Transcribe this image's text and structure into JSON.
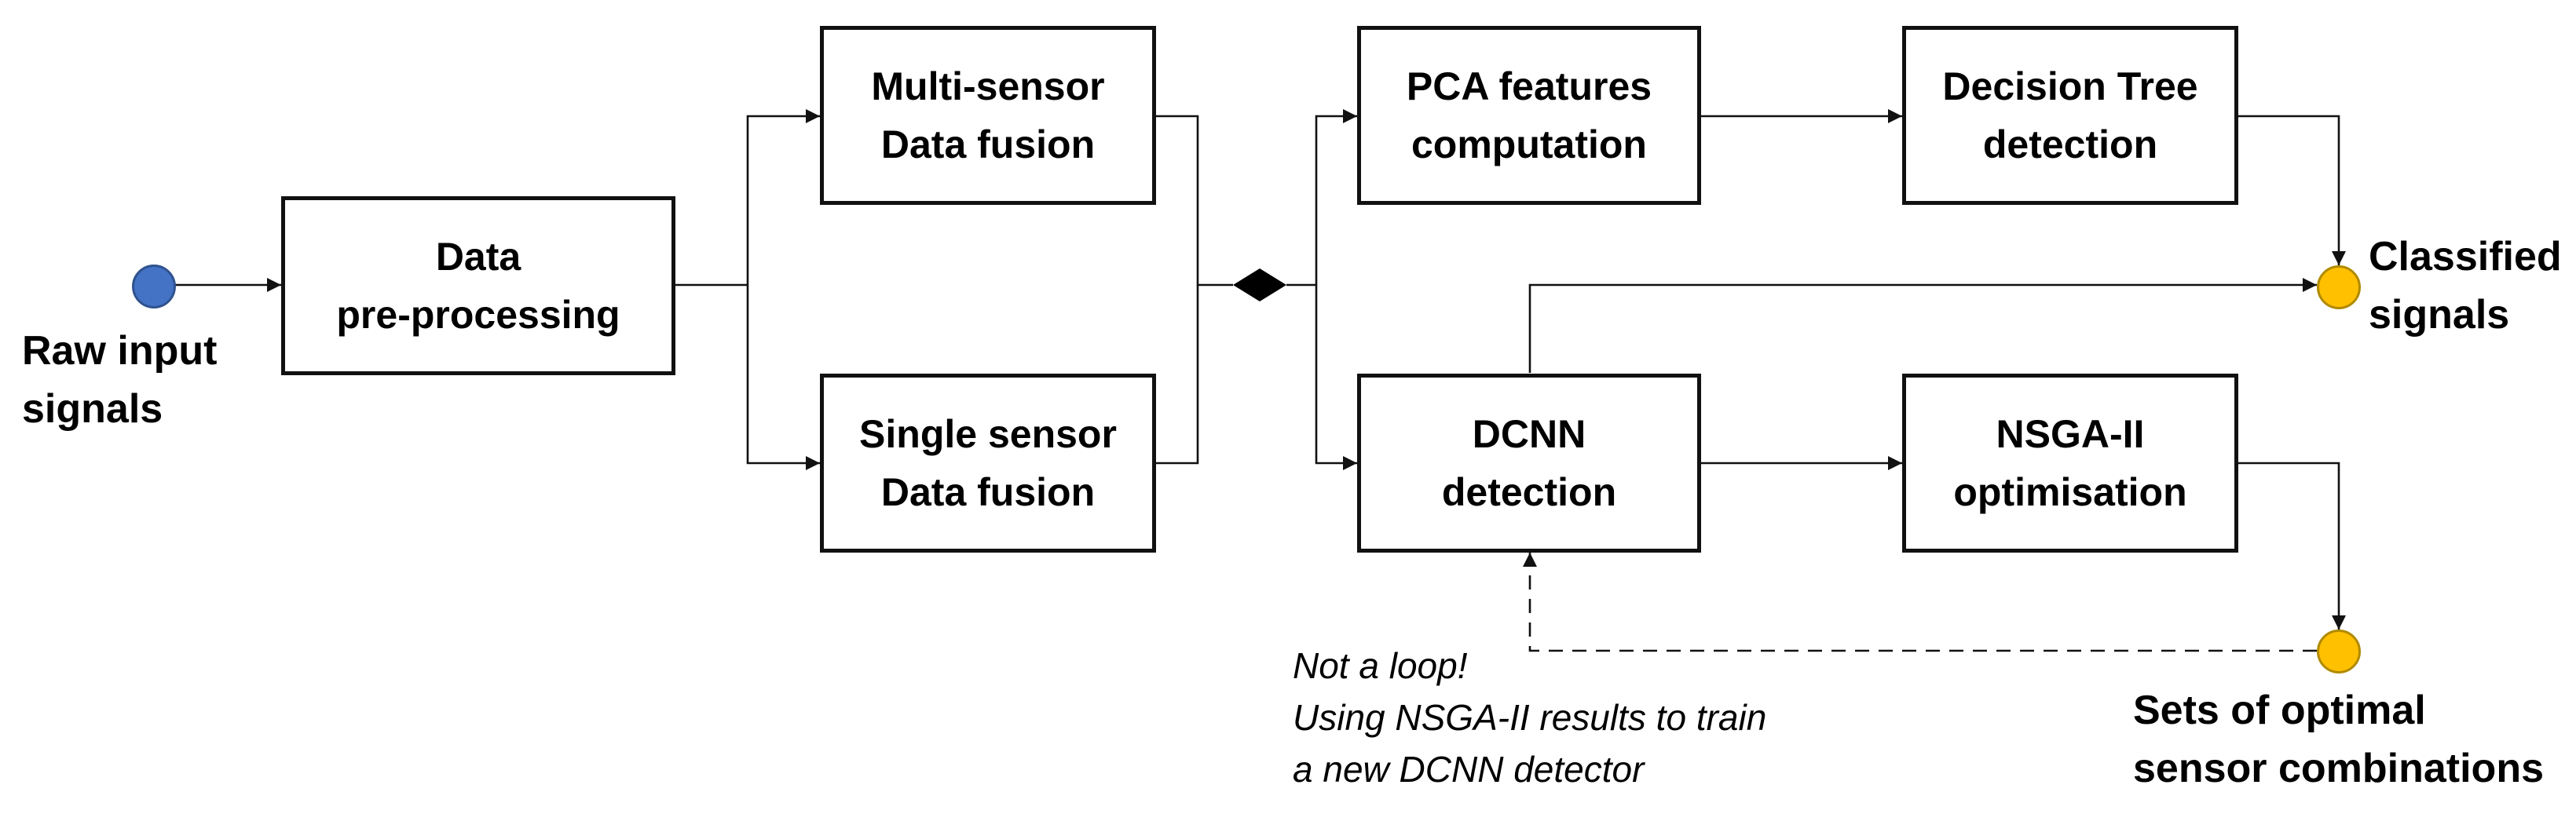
{
  "colors": {
    "input_node": "#4472C4",
    "output_node": "#FFC000",
    "line": "#111111"
  },
  "nodes": {
    "raw_input": {
      "line1": "Raw input",
      "line2": "signals"
    },
    "classified": {
      "line1": "Classified",
      "line2": "signals"
    },
    "optimal_sets": {
      "line1": "Sets of optimal",
      "line2": "sensor combinations"
    }
  },
  "boxes": {
    "preprocessing": {
      "line1": "Data",
      "line2": "pre-processing"
    },
    "multi_sensor": {
      "line1": "Multi-sensor",
      "line2": "Data fusion"
    },
    "single_sensor": {
      "line1": "Single sensor",
      "line2": "Data fusion"
    },
    "pca": {
      "line1": "PCA features",
      "line2": "computation"
    },
    "decision_tree": {
      "line1": "Decision Tree",
      "line2": "detection"
    },
    "dcnn": {
      "line1": "DCNN",
      "line2": "detection"
    },
    "nsga": {
      "line1": "NSGA-II",
      "line2": "optimisation"
    }
  },
  "note": {
    "line1": "Not a loop!",
    "line2": "Using NSGA-II results to train",
    "line3": "a new DCNN detector"
  }
}
